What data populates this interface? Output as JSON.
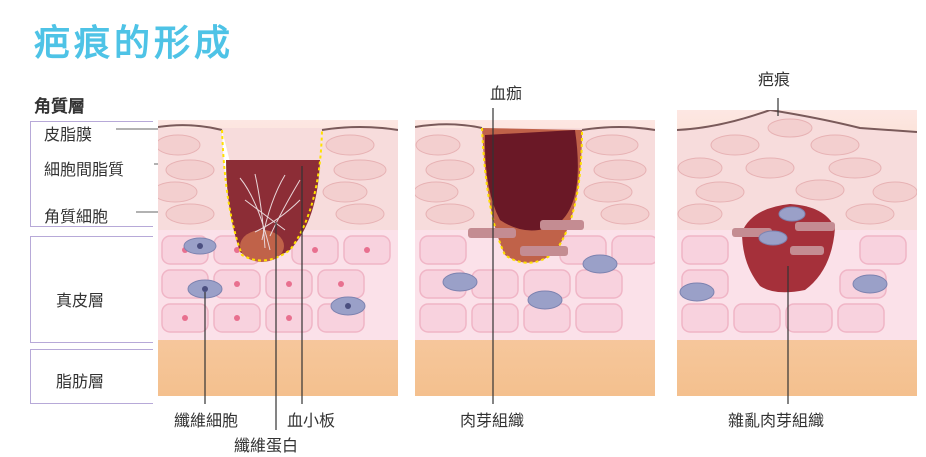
{
  "title": "疤痕的形成",
  "layers": {
    "keratin_layer": "角質層",
    "sebum_film": "皮脂膜",
    "intercellular_lipid": "細胞間脂質",
    "keratinocyte": "角質細胞",
    "dermis": "真皮層",
    "fat_layer": "脂肪層"
  },
  "panel1": {
    "fibroblast": "纖維細胞",
    "platelet": "血小板",
    "fibrin": "纖維蛋白"
  },
  "panel2": {
    "scab": "血痂",
    "granulation": "肉芽組織"
  },
  "panel3": {
    "scar": "疤痕",
    "disordered_granulation": "雜亂肉芽組織"
  },
  "colors": {
    "title": "#4ec3e6",
    "epidermis": "#f6d9d9",
    "dermis": "#fbe3ea",
    "fat": "#f6c79a",
    "wound": "#8c2d36",
    "scab": "#6a1826"
  }
}
